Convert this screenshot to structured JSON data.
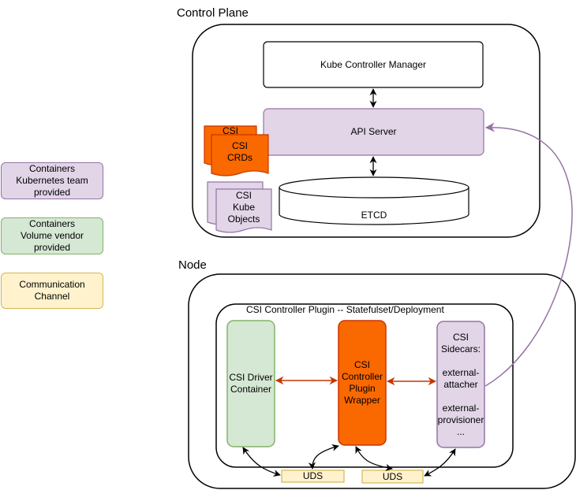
{
  "legend": {
    "kubernetes": "Containers\nKubernetes team\nprovided",
    "vendor": "Containers\nVolume vendor\nprovided",
    "channel": "Communication\nChannel"
  },
  "control_plane": {
    "title": "Control Plane",
    "kcm": "Kube Controller Manager",
    "api_server": "API Server",
    "etcd": "ETCD",
    "csi_crds": "CSI\nCRDs",
    "csi_crds_back": "CSI",
    "kube_objects": "CSI\nKube\nObjects"
  },
  "node": {
    "title": "Node",
    "plugin_title": "CSI Controller Plugin -- Statefulset/Deployment",
    "driver": "CSI Driver\nContainer",
    "wrapper": "CSI\nController\nPlugin\nWrapper",
    "sidecars": "CSI\nSidecars:\n\nexternal-\nattacher\n\nexternal-\nprovisioner\n...",
    "uds_left": "UDS",
    "uds_right": "UDS"
  },
  "colors": {
    "purple_fill": "#e1d5e7",
    "purple_stroke": "#9673a6",
    "green_fill": "#d5e8d4",
    "green_stroke": "#82b366",
    "yellow_fill": "#fff2cc",
    "yellow_stroke": "#d6b656",
    "orange_fill": "#fa6800",
    "orange_stroke": "#c73500"
  }
}
